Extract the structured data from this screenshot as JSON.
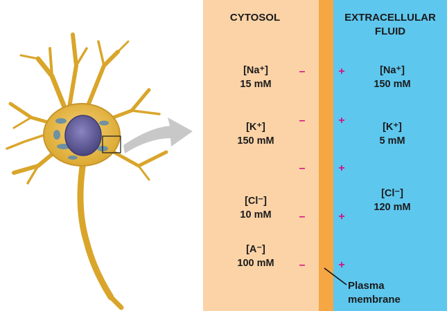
{
  "headers": {
    "cytosol": "CYTOSOL",
    "extracellular_line1": "EXTRACELLULAR",
    "extracellular_line2": "FLUID"
  },
  "cytosol_ions": [
    {
      "name": "[Na⁺]",
      "conc": "15 mM"
    },
    {
      "name": "[K⁺]",
      "conc": "150 mM"
    },
    {
      "name": "[Cl⁻]",
      "conc": "10 mM"
    },
    {
      "name": "[A⁻]",
      "conc": "100 mM"
    }
  ],
  "extracellular_ions": [
    {
      "name": "[Na⁺]",
      "conc": "150 mM"
    },
    {
      "name": "[K⁺]",
      "conc": "5 mM"
    },
    {
      "name": "[Cl⁻]",
      "conc": "120 mM"
    }
  ],
  "charges": {
    "inside": "–",
    "outside": "+"
  },
  "membrane_label": {
    "line1": "Plasma",
    "line2": "membrane"
  },
  "colors": {
    "cytosol": "#fbd3a7",
    "membrane": "#f6a744",
    "extracellular": "#5ec7ee",
    "charge": "#d4127f",
    "neuron": "#e8b83a",
    "nucleus": "#5a5590"
  }
}
